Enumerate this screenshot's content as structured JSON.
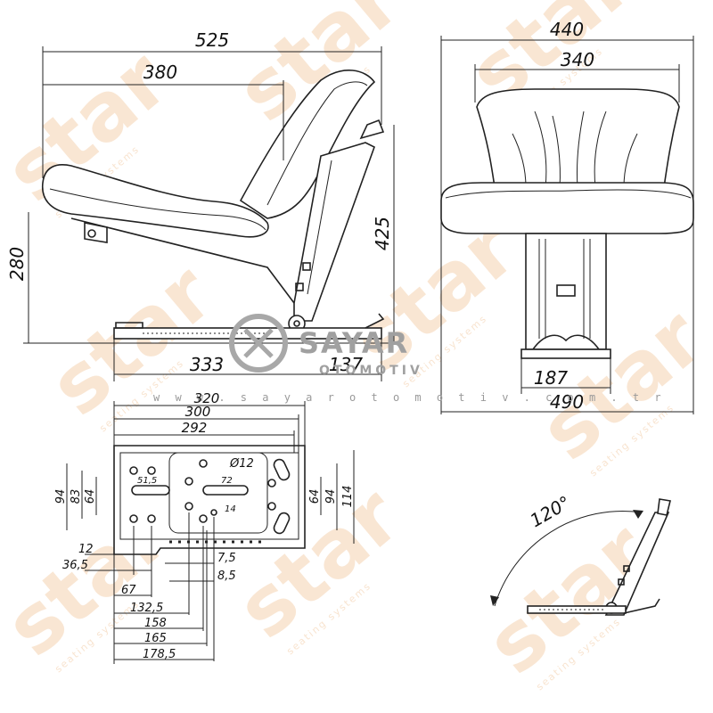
{
  "watermark": {
    "text": "star",
    "subtext": "seating systems",
    "color": "#f2c9a0"
  },
  "logo": {
    "name": "SAYAR",
    "sub": "OTOMOTIV",
    "url": "w w w . s a y a r o t o m o t i v . c o m . t r",
    "color": "#a0a0a0"
  },
  "side_view": {
    "dims": {
      "overall_length": "525",
      "seat_length": "380",
      "height_total": "425",
      "height_seat": "280",
      "base_front": "333",
      "base_rear": "137"
    }
  },
  "front_view": {
    "dims": {
      "overall_width": "440",
      "seat_width": "340",
      "base_width": "187",
      "total_width": "490"
    }
  },
  "base_plate": {
    "dims": {
      "w320": "320",
      "w300": "300",
      "w292": "292",
      "d12": "Ø12",
      "d51_5": "51,5",
      "d72": "72",
      "d14": "14",
      "left94": "94",
      "left83": "83",
      "left64": "64",
      "right64": "64",
      "right94": "94",
      "right114": "114",
      "b12": "12",
      "b36_5": "36,5",
      "b7_5": "7,5",
      "b8_5": "8,5",
      "b67": "67",
      "b132_5": "132,5",
      "b158": "158",
      "b165": "165",
      "b178_5": "178,5"
    }
  },
  "tilt_view": {
    "angle": "120°"
  }
}
